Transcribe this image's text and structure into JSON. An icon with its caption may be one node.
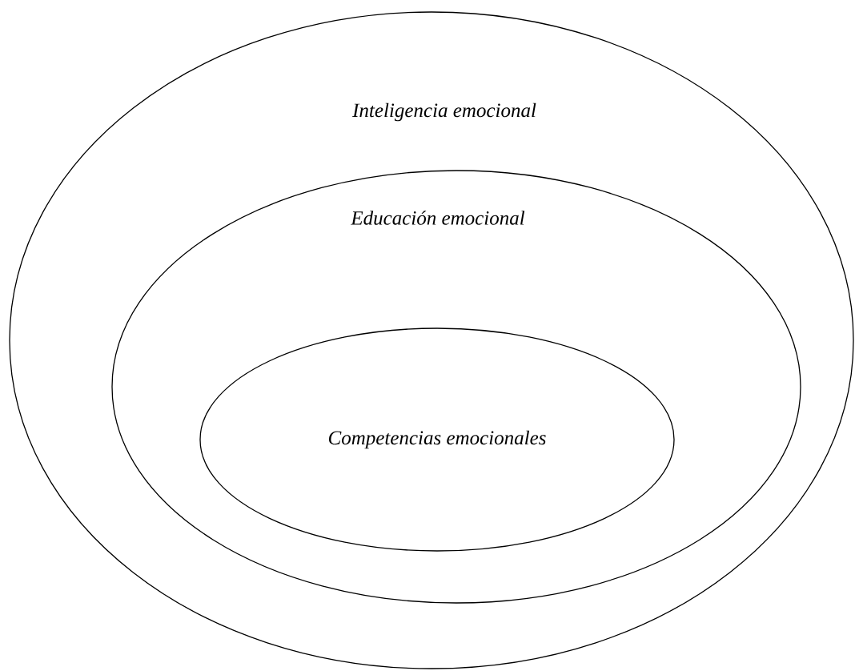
{
  "diagram": {
    "nodes": [
      {
        "text": [
          "Inteligencia emocional"
        ]
      },
      {
        "text": [
          "Educación emocional"
        ],
        "in": 0
      },
      {
        "text": [
          "Competencias emocionales"
        ],
        "in": 1
      }
    ]
  }
}
